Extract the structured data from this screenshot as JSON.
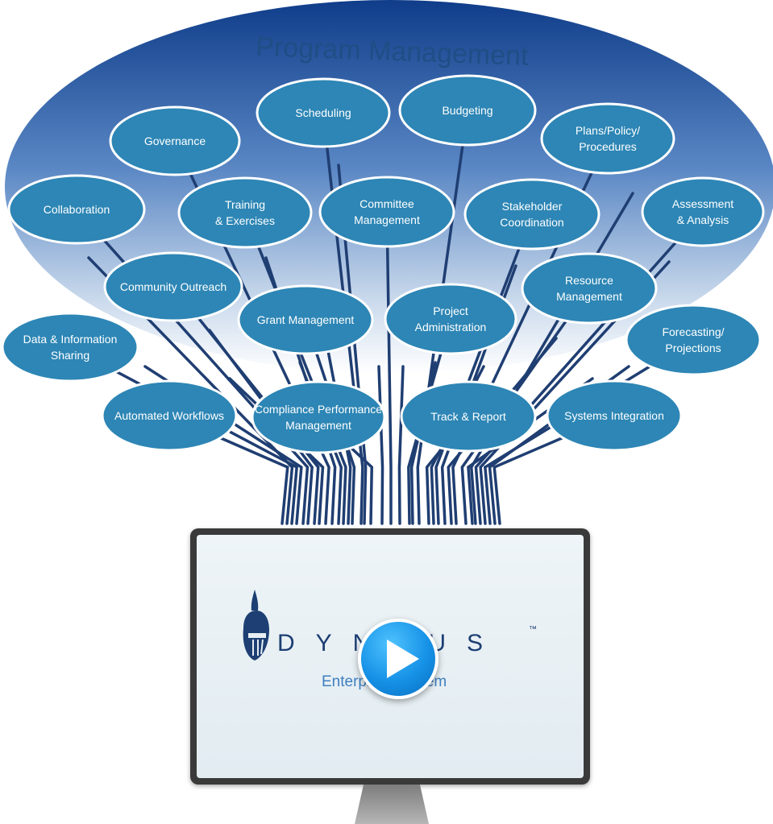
{
  "title": "Program Management",
  "colors": {
    "node_fill": "#2d86b5",
    "connector": "#1f3e72",
    "title": "#1f4e86",
    "brand_dark": "#1d3f73",
    "brand_light": "#3f7fc0",
    "play": "#1591e6"
  },
  "nodes": [
    {
      "id": "scheduling",
      "lines": [
        "Scheduling"
      ]
    },
    {
      "id": "budgeting",
      "lines": [
        "Budgeting"
      ]
    },
    {
      "id": "governance",
      "lines": [
        "Governance"
      ]
    },
    {
      "id": "plans-policy-procedures",
      "lines": [
        "Plans/Policy/",
        "Procedures"
      ]
    },
    {
      "id": "collaboration",
      "lines": [
        "Collaboration"
      ]
    },
    {
      "id": "training-exercises",
      "lines": [
        "Training",
        "& Exercises"
      ]
    },
    {
      "id": "committee-management",
      "lines": [
        "Committee",
        "Management"
      ]
    },
    {
      "id": "stakeholder-coordination",
      "lines": [
        "Stakeholder",
        "Coordination"
      ]
    },
    {
      "id": "assessment-analysis",
      "lines": [
        "Assessment",
        "& Analysis"
      ]
    },
    {
      "id": "community-outreach",
      "lines": [
        "Community Outreach"
      ]
    },
    {
      "id": "resource-management",
      "lines": [
        "Resource",
        "Management"
      ]
    },
    {
      "id": "grant-management",
      "lines": [
        "Grant Management"
      ]
    },
    {
      "id": "project-administration",
      "lines": [
        "Project",
        "Administration"
      ]
    },
    {
      "id": "data-information-sharing",
      "lines": [
        "Data & Information",
        "Sharing"
      ]
    },
    {
      "id": "forecasting-projections",
      "lines": [
        "Forecasting/",
        "Projections"
      ]
    },
    {
      "id": "automated-workflows",
      "lines": [
        "Automated Workflows"
      ]
    },
    {
      "id": "compliance-performance-management",
      "lines": [
        "Compliance Performance",
        "Management"
      ]
    },
    {
      "id": "track-report",
      "lines": [
        "Track & Report"
      ]
    },
    {
      "id": "systems-integration",
      "lines": [
        "Systems Integration"
      ]
    }
  ],
  "monitor": {
    "brand_name": "DYNEUS",
    "trademark": "™",
    "subtitle": "Enterprise System",
    "play_label": "Play video"
  }
}
